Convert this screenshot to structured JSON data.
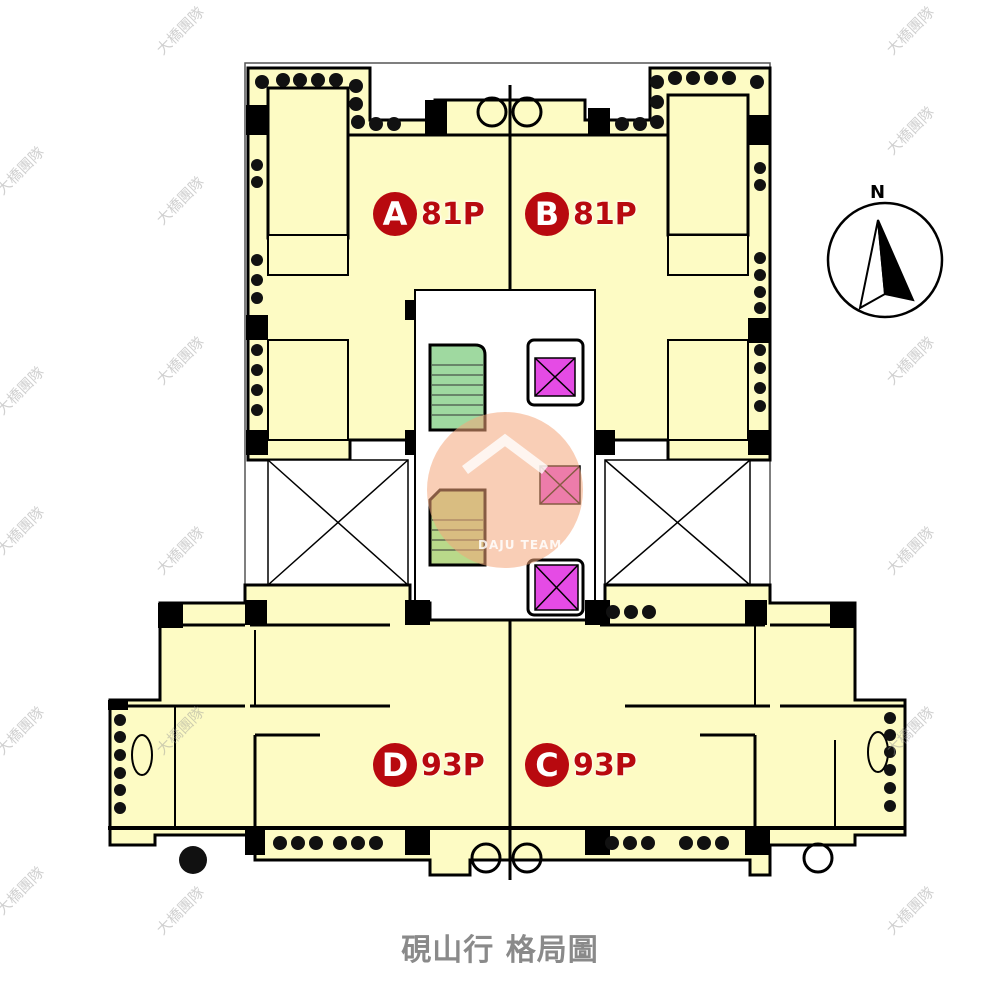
{
  "title": "硯山行 格局圖",
  "compass": {
    "label": "N",
    "icon": "north-arrow-icon"
  },
  "units": [
    {
      "id": "A",
      "size": "81P",
      "position": "north-west"
    },
    {
      "id": "B",
      "size": "81P",
      "position": "north-east"
    },
    {
      "id": "C",
      "size": "93P",
      "position": "south-east"
    },
    {
      "id": "D",
      "size": "93P",
      "position": "south-west"
    }
  ],
  "core": {
    "stairs": 2,
    "elevators": 3,
    "logo_text": "DAJU TEAM"
  },
  "watermark": {
    "text": "大橋團隊"
  },
  "colors": {
    "unit_fill": "#fdfbc4",
    "wall": "#000000",
    "badge_red": "#b8090f",
    "elevator_magenta": "#e54be5",
    "stair_green": "#9fd9a0",
    "logo_orange": "#f4a57a",
    "caption_gray": "#8a8a8a"
  }
}
